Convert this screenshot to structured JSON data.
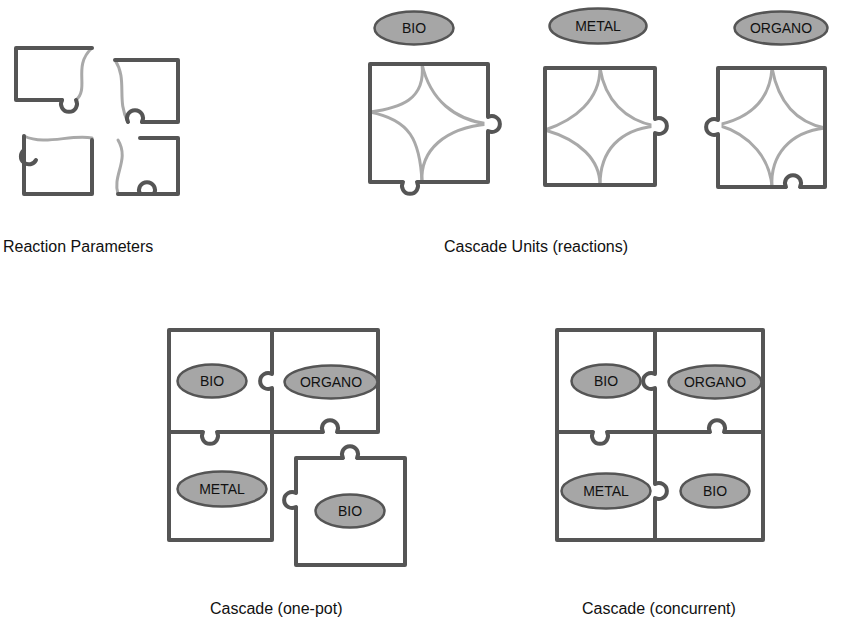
{
  "diagram": {
    "nodes": [
      {
        "text": [
          "BIO"
        ]
      },
      {
        "text": [
          "METAL"
        ]
      },
      {
        "text": [
          "ORGANO"
        ]
      },
      {
        "text": [
          "BIO"
        ]
      },
      {
        "text": [
          "ORGANO"
        ]
      },
      {
        "text": [
          "METAL"
        ]
      },
      {
        "text": [
          "BIO"
        ]
      },
      {
        "text": [
          "BIO"
        ]
      },
      {
        "text": [
          "ORGANO"
        ]
      },
      {
        "text": [
          "METAL"
        ]
      },
      {
        "text": [
          "BIO"
        ]
      }
    ],
    "labels": [
      "Reaction Parameters",
      "Cascade Units (reactions)",
      "Cascade (one-pot)",
      "Cascade (concurrent)"
    ]
  }
}
